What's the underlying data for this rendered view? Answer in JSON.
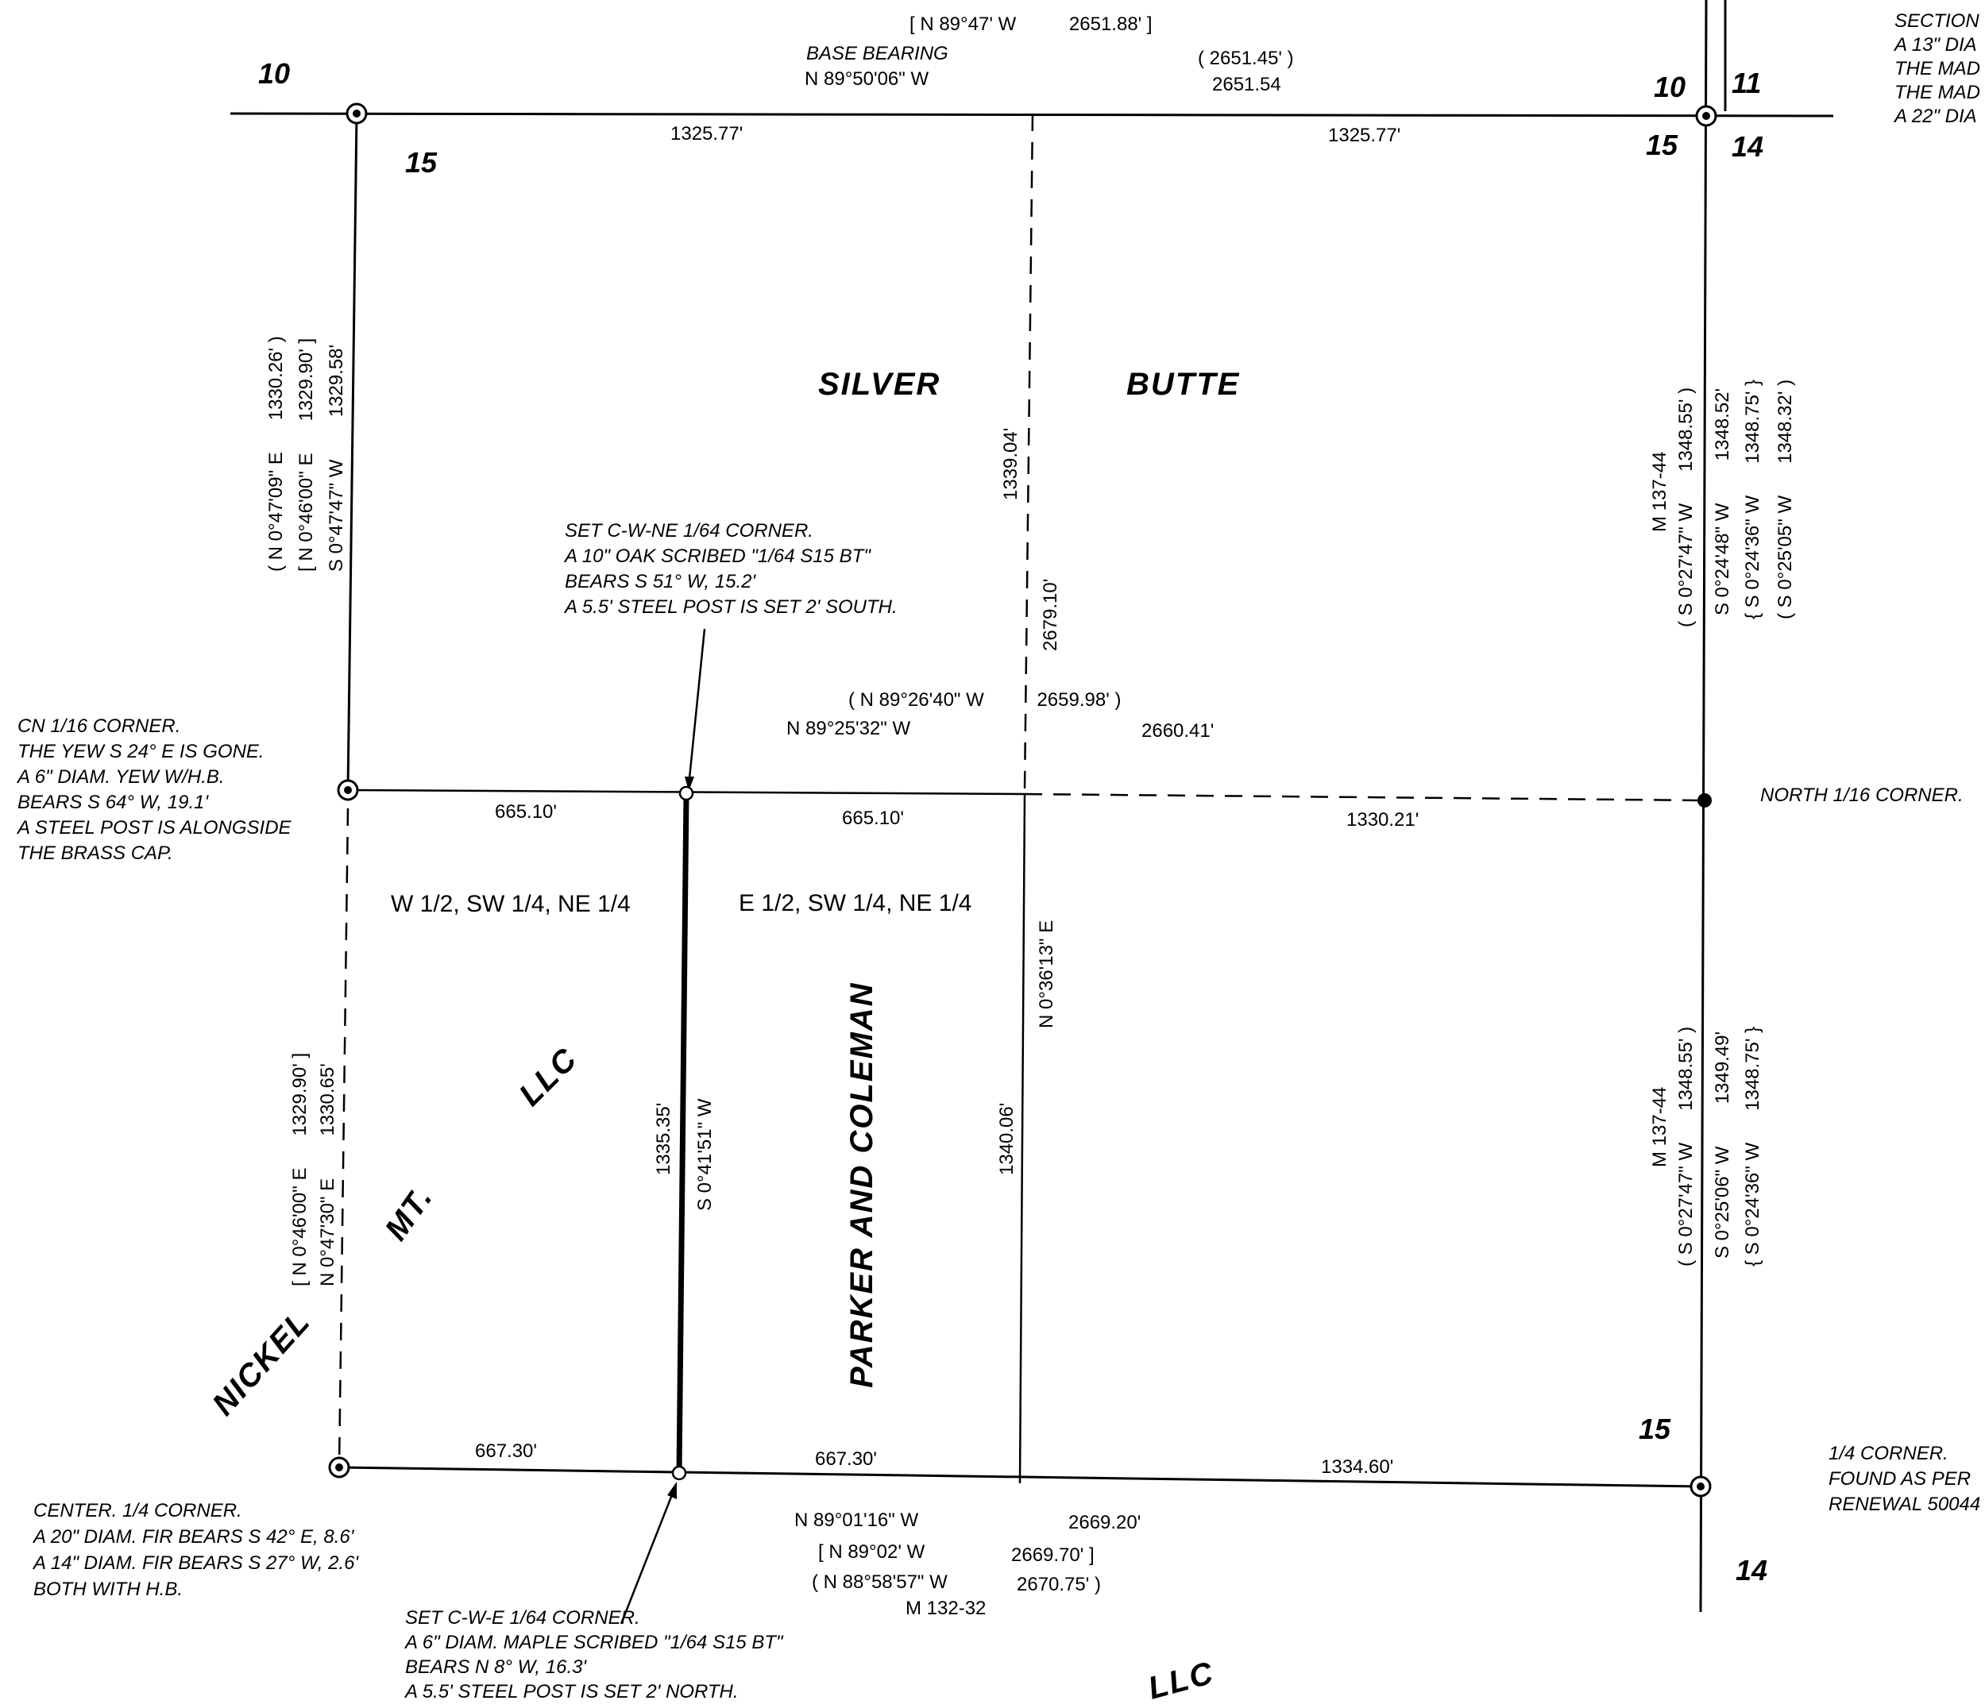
{
  "section_numbers": {
    "nw_10": "10",
    "nw_15": "15",
    "ne_10": "10",
    "ne_11": "11",
    "ne_15": "15",
    "ne_14": "14",
    "se_15": "15",
    "se_14": "14"
  },
  "north_line": {
    "record_bracket": "[ N 89°47' W          2651.88' ]",
    "base_bearing_label": "BASE BEARING",
    "bearing": "N 89°50'06\" W",
    "record_paren": "( 2651.45' )",
    "distance": "2651.54",
    "west_seg": "1325.77'",
    "east_seg": "1325.77'"
  },
  "west_line_north": {
    "rec1": "( N 0°47'09\" E      1330.26' )",
    "rec2": "[ N 0°46'00\" E      1329.90' ]",
    "meas": "S 0°47'47\" W        1329.58'"
  },
  "west_line_south": {
    "rec1": "[ N 0°46'00\" E      1329.90' ]",
    "rec2": "N 0°47'30\" E        1330.65'"
  },
  "center_line_north": {
    "seg1": "1339.04'",
    "seg2": "2679.10'"
  },
  "center_line_south": {
    "bearing": "N 0°36'13\" E",
    "distance": "1340.06'"
  },
  "sixty_fourth_line": {
    "distance": "1335.35'",
    "bearing": "S 0°41'51\" W"
  },
  "east_line_north": {
    "m_ref": "M 137-44",
    "rec1": "( S 0°27'47\" W      1348.55' )",
    "meas": "S 0°24'48\" W        1348.52'",
    "rec2": "{ S 0°24'36\" W      1348.75' }",
    "rec3": "( S 0°25'05\" W      1348.32' )"
  },
  "east_line_south": {
    "m_ref": "M 137-44",
    "rec1": "( S 0°27'47\" W      1348.55' )",
    "meas": "S 0°25'06\" W        1349.49'",
    "rec2": "{ S 0°24'36\" W      1348.75' }"
  },
  "sixteenth_line": {
    "record": "( N 89°26'40\" W          2659.98' )",
    "bearing": "N 89°25'32\" W",
    "distance": "2660.41'",
    "seg_w": "665.10'",
    "seg_e": "665.10'",
    "seg_east": "1330.21'"
  },
  "south_line": {
    "seg_w": "667.30'",
    "seg_e": "667.30'",
    "seg_east": "1334.60'",
    "bearing": "N 89°01'16\" W",
    "distance": "2669.20'",
    "rec_bracket": "[ N 89°02' W",
    "rec_bracket_dist": "2669.70' ]",
    "rec_paren": "( N 88°58'57\" W",
    "rec_paren_dist": "2670.75' )",
    "m_ref": "M 132-32"
  },
  "owners": {
    "silver": "SILVER",
    "butte": "BUTTE",
    "nickel": "NICKEL",
    "mt": "MT.",
    "llc_west": "LLC",
    "parker": "PARKER AND COLEMAN",
    "llc_south": "LLC"
  },
  "parcels": {
    "west": "W 1/2, SW 1/4, NE 1/4",
    "east": "E 1/2, SW 1/4, NE 1/4"
  },
  "notes": {
    "set_cwne": [
      "SET C-W-NE 1/64 CORNER.",
      "A 10\" OAK SCRIBED \"1/64 S15 BT\"",
      "BEARS S 51° W, 15.2'",
      "A 5.5' STEEL POST IS SET 2' SOUTH."
    ],
    "cn": [
      "CN 1/16 CORNER.",
      "THE YEW S 24° E IS GONE.",
      "A 6\" DIAM. YEW W/H.B.",
      "BEARS S 64° W, 19.1'",
      "A STEEL POST IS ALONGSIDE",
      "THE BRASS CAP."
    ],
    "north_sixteenth": "NORTH 1/16 CORNER.",
    "center": [
      "CENTER. 1/4 CORNER.",
      "A 20\" DIAM. FIR BEARS S 42° E, 8.6'",
      "A 14\" DIAM. FIR BEARS S 27° W, 2.6'",
      "BOTH WITH H.B."
    ],
    "set_cwe": [
      "SET C-W-E 1/64 CORNER.",
      "A 6\" DIAM. MAPLE SCRIBED \"1/64 S15 BT\"",
      "BEARS N 8° W, 16.3'",
      "A 5.5' STEEL POST IS SET 2' NORTH."
    ],
    "quarter": [
      "1/4 CORNER.",
      "FOUND AS PER",
      "RENEWAL 50044"
    ],
    "section_corner": [
      "SECTION",
      "A 13\" DIA",
      "THE MAD",
      "THE MAD",
      "A 22\" DIA"
    ]
  }
}
